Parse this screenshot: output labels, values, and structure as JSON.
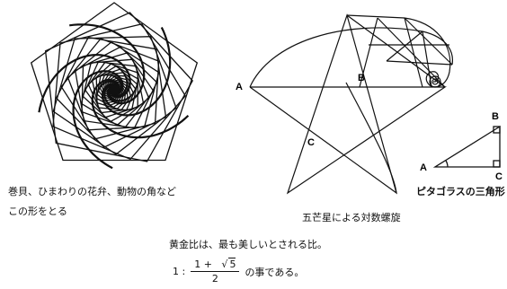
{
  "caption_spiral_line1": "巻貝、ひまわりの花弁、動物の角など",
  "caption_spiral_line2": "この形をとる",
  "caption_star": "五芒星による対数螺旋",
  "caption_triangle": "ピタゴラスの三角形",
  "statement": "黄金比は、最も美しいとされる比。",
  "formula": {
    "prefix": "1 :",
    "numerator_a": "1 +",
    "radical_sign": "√",
    "radicand": "5",
    "denominator": "2",
    "suffix": "の事である。"
  },
  "star_labels": {
    "a": "A",
    "b": "B",
    "c": "C"
  },
  "triangle_labels": {
    "a": "A",
    "b": "B",
    "c": "C"
  }
}
